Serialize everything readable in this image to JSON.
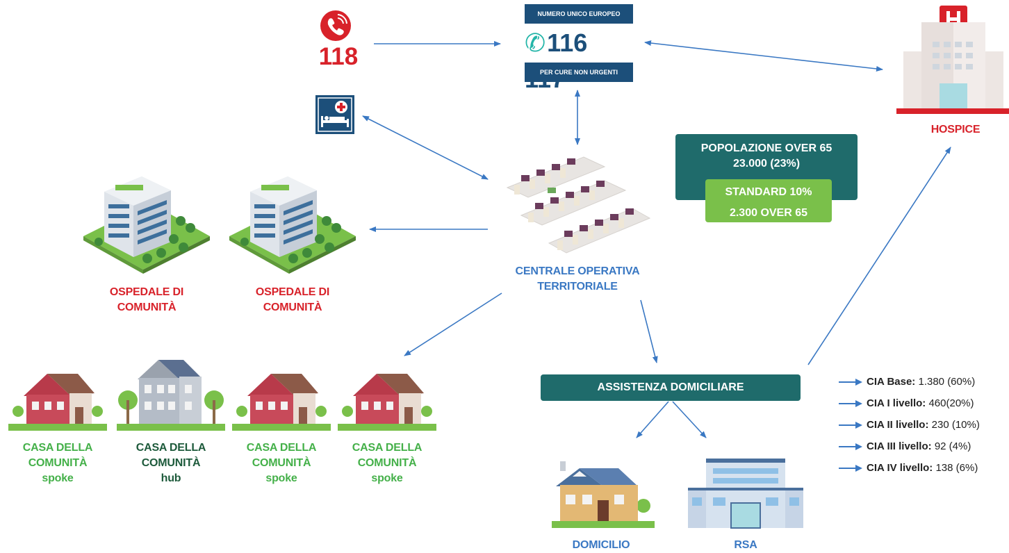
{
  "emergency": {
    "number": "118"
  },
  "nue": {
    "top_label": "NUMERO UNICO EUROPEO",
    "number": "116 117",
    "bottom_label": "PER CURE NON URGENTI"
  },
  "hospice": {
    "label": "HOSPICE"
  },
  "cot": {
    "line1": "CENTRALE OPERATIVA",
    "line2": "TERRITORIALE"
  },
  "population": {
    "line1": "POPOLAZIONE OVER 65",
    "line2": "23.000 (23%)",
    "standard_line1": "STANDARD 10%",
    "standard_line2": "2.300 OVER 65"
  },
  "ospedali": [
    {
      "line1": "OSPEDALE DI",
      "line2": "COMUNITÀ"
    },
    {
      "line1": "OSPEDALE DI",
      "line2": "COMUNITÀ"
    }
  ],
  "case": [
    {
      "line1": "CASA DELLA",
      "line2": "COMUNITÀ",
      "line3": "spoke"
    },
    {
      "line1": "CASA DELLA",
      "line2": "COMUNITÀ",
      "line3": "hub"
    },
    {
      "line1": "CASA DELLA",
      "line2": "COMUNITÀ",
      "line3": "spoke"
    },
    {
      "line1": "CASA DELLA",
      "line2": "COMUNITÀ",
      "line3": "spoke"
    }
  ],
  "assistenza": {
    "label": "ASSISTENZA DOMICILIARE"
  },
  "domicilio": {
    "label": "DOMICILIO"
  },
  "rsa": {
    "label": "RSA"
  },
  "cia": [
    {
      "name": "CIA Base:",
      "value": "1.380 (60%)"
    },
    {
      "name": "CIA I livello:",
      "value": "460(20%)"
    },
    {
      "name": "CIA II livello:",
      "value": "230 (10%)"
    },
    {
      "name": "CIA III livello:",
      "value": "92 (4%)"
    },
    {
      "name": "CIA IV livello:",
      "value": "138 (6%)"
    }
  ],
  "colors": {
    "arrow": "#3a78c3",
    "red": "#d8222a",
    "teal": "#1f6b6b",
    "green": "#7ac04a",
    "navy": "#1c4f7a"
  }
}
